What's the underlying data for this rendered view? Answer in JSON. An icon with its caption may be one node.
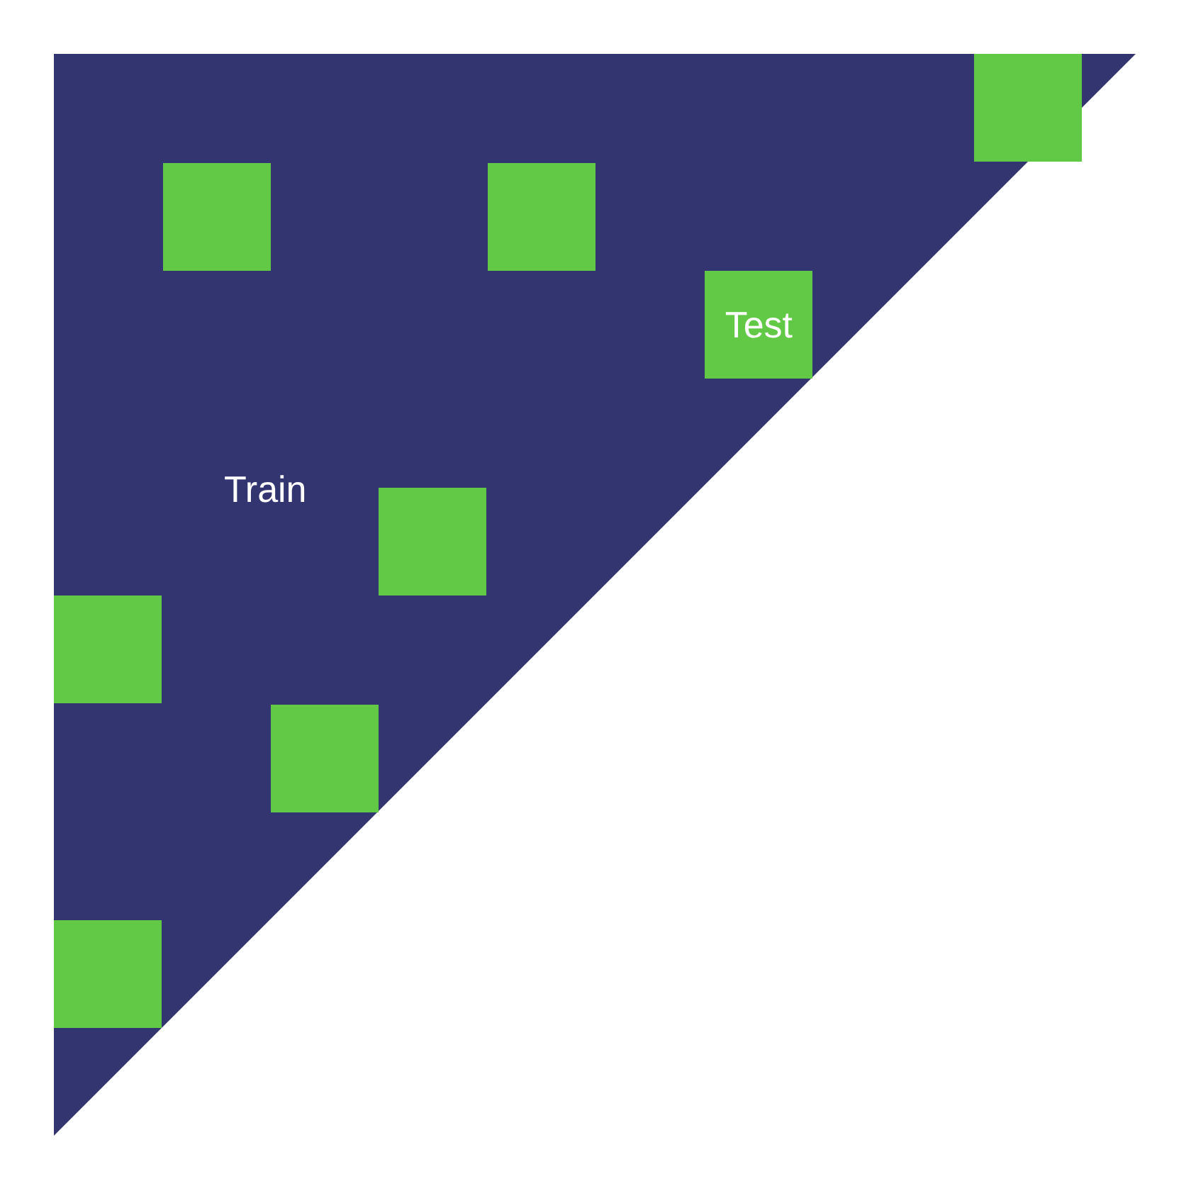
{
  "diagram": {
    "nodes": [
      {
        "text": [
          "Train"
        ]
      },
      {
        "text": [],
        "shape": "box",
        "in": 0
      },
      {
        "text": [],
        "shape": "box",
        "in": 0
      },
      {
        "text": [],
        "shape": "box",
        "in": 0
      },
      {
        "text": [
          "Test"
        ],
        "in": 0
      },
      {
        "text": [],
        "shape": "box",
        "in": 0
      },
      {
        "text": [],
        "shape": "box",
        "in": 0
      },
      {
        "text": [],
        "shape": "box",
        "in": 0
      },
      {
        "text": [],
        "shape": "box",
        "in": 0
      }
    ]
  }
}
